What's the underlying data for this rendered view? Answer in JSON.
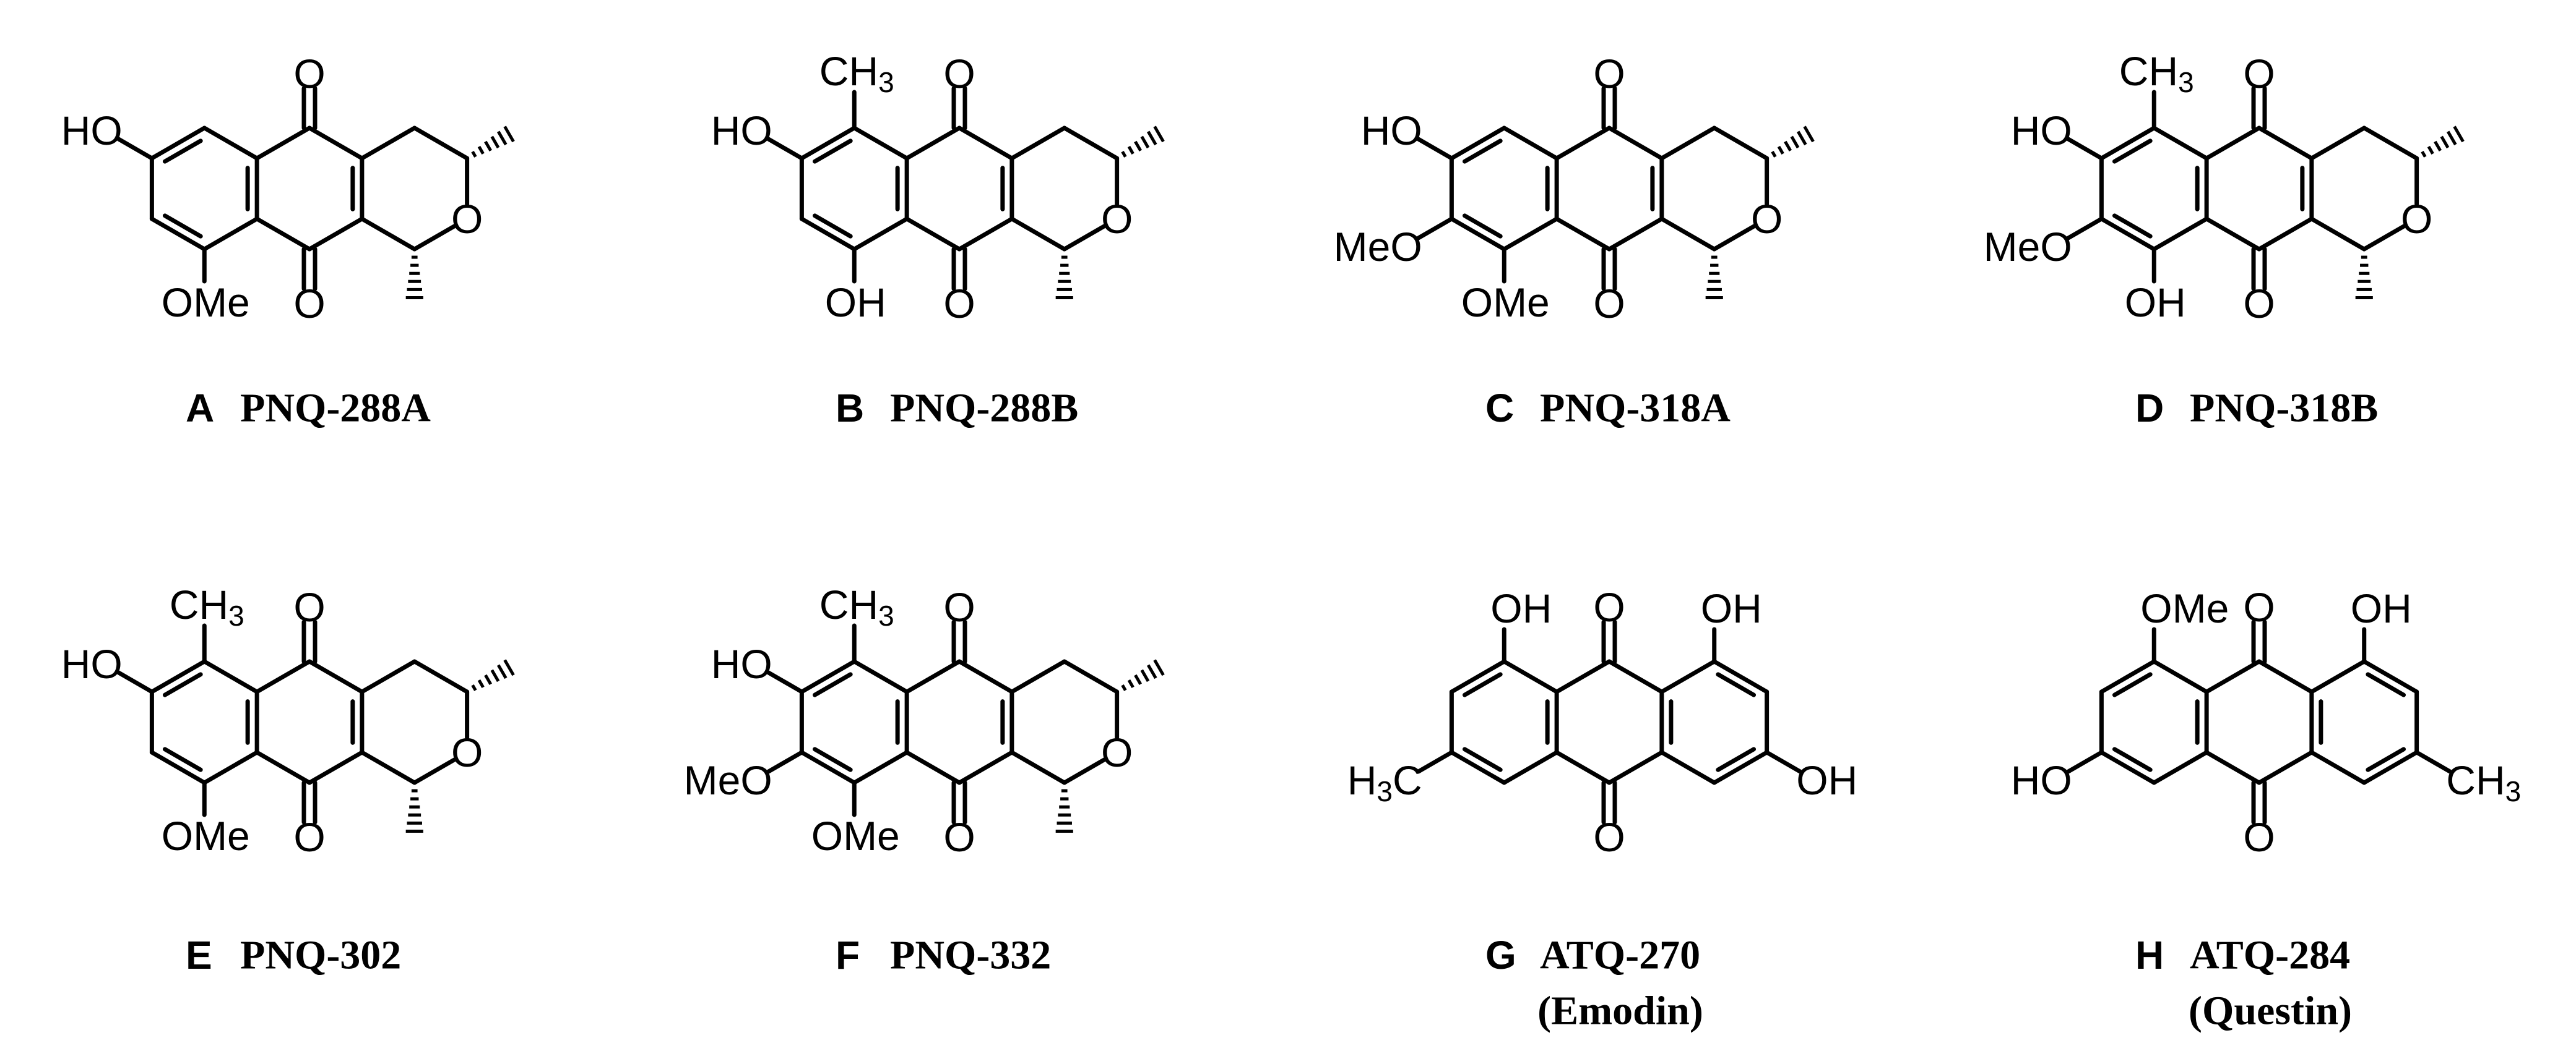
{
  "compounds": [
    {
      "letter": "A",
      "name": "PNQ-288A",
      "common_name": "",
      "type": "pyranonaphthoquinone",
      "substituents": {
        "top": "",
        "left_top": "HO",
        "left_bottom": "",
        "bottom": "OMe"
      }
    },
    {
      "letter": "B",
      "name": "PNQ-288B",
      "common_name": "",
      "type": "pyranonaphthoquinone",
      "substituents": {
        "top": "CH3",
        "left_top": "HO",
        "left_bottom": "",
        "bottom": "OH"
      }
    },
    {
      "letter": "C",
      "name": "PNQ-318A",
      "common_name": "",
      "type": "pyranonaphthoquinone",
      "substituents": {
        "top": "",
        "left_top": "HO",
        "left_bottom": "MeO",
        "bottom": "OMe"
      }
    },
    {
      "letter": "D",
      "name": "PNQ-318B",
      "common_name": "",
      "type": "pyranonaphthoquinone",
      "substituents": {
        "top": "CH3",
        "left_top": "HO",
        "left_bottom": "MeO",
        "bottom": "OH"
      }
    },
    {
      "letter": "E",
      "name": "PNQ-302",
      "common_name": "",
      "type": "pyranonaphthoquinone",
      "substituents": {
        "top": "CH3",
        "left_top": "HO",
        "left_bottom": "",
        "bottom": "OMe"
      }
    },
    {
      "letter": "F",
      "name": "PNQ-332",
      "common_name": "",
      "type": "pyranonaphthoquinone",
      "substituents": {
        "top": "CH3",
        "left_top": "HO",
        "left_bottom": "MeO",
        "bottom": "OMe"
      }
    },
    {
      "letter": "G",
      "name": "ATQ-270",
      "common_name": "(Emodin)",
      "type": "anthraquinone",
      "substituents": {
        "peri_left": "OH",
        "peri_right": "OH",
        "left": "H3C",
        "right": "OH"
      }
    },
    {
      "letter": "H",
      "name": "ATQ-284",
      "common_name": "(Questin)",
      "type": "anthraquinone",
      "substituents": {
        "peri_left": "OMe",
        "peri_right": "OH",
        "left": "HO",
        "right": "CH3"
      }
    }
  ],
  "labels": {
    "oxo": "O",
    "ring_oxygen": "O"
  }
}
